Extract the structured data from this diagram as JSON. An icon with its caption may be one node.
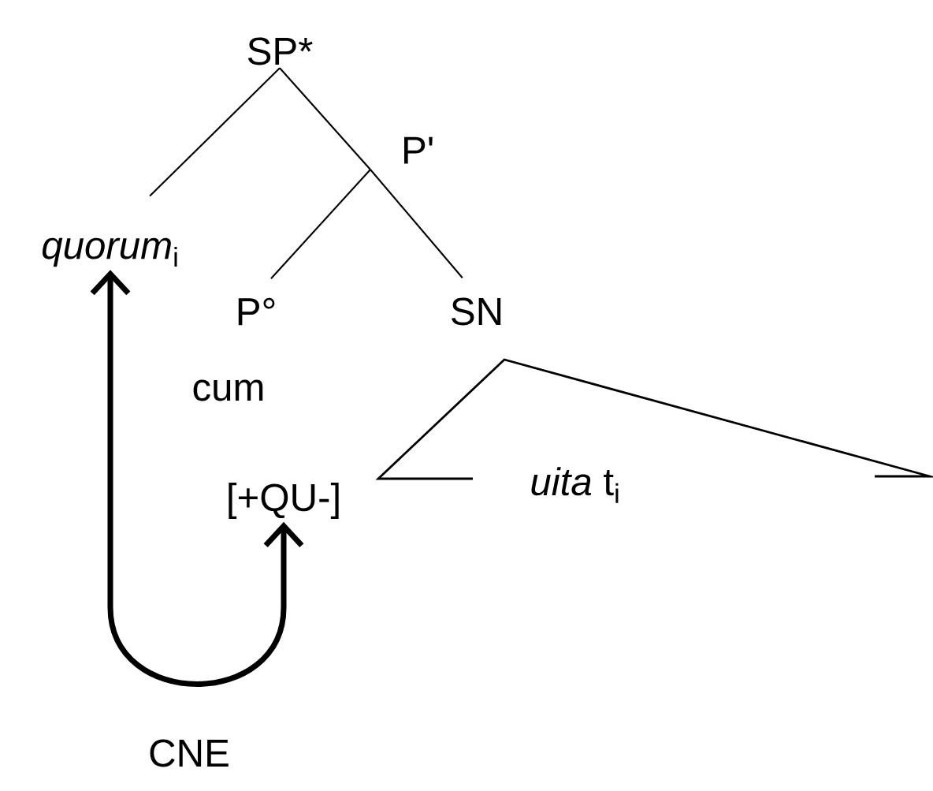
{
  "diagram": {
    "nodes": [
      {
        "text": [
          "SP*"
        ]
      },
      {
        "text": [
          "*quorum*$_{i}$"
        ]
      },
      {
        "text": [
          "P'"
        ]
      },
      {
        "text": [
          "P°"
        ]
      },
      {
        "text": [
          "SN"
        ]
      },
      {
        "text": [
          "[+QU-]"
        ]
      },
      {
        "text": [
          "*uita*  t$_{i}$"
        ]
      }
    ],
    "edges": [
      {
        "from": 0,
        "to": 1,
        "arrow": "none"
      },
      {
        "from": 0,
        "to": 2,
        "arrow": "none"
      },
      {
        "from": 2,
        "to": 3,
        "arrow": "none"
      },
      {
        "from": 2,
        "to": 4,
        "arrow": "none"
      },
      {
        "from": 5,
        "to": 1,
        "arrow": "both",
        "style": "thick",
        "label": "CNE"
      }
    ],
    "labels": [
      "cum"
    ]
  }
}
